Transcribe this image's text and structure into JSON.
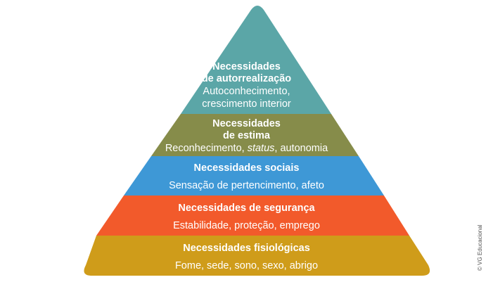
{
  "layers": [
    {
      "title_line1": "Necessidades",
      "title_line2": "de autorrealização",
      "desc_line1": "Autoconhecimento,",
      "desc_line2": "crescimento interior",
      "color": "#5ba6a7"
    },
    {
      "title_line1": "Necessidades",
      "title_line2": "de estima",
      "desc_pre": "Reconhecimento, ",
      "desc_em": "status",
      "desc_post": ", autonomia",
      "color": "#868c4a"
    },
    {
      "title": "Necessidades sociais",
      "desc": "Sensação de pertencimento, afeto",
      "color": "#3e98d6"
    },
    {
      "title": "Necessidades de segurança",
      "desc": "Estabilidade, proteção, emprego",
      "color": "#f25a2b"
    },
    {
      "title": "Necessidades fisiológicas",
      "desc": "Fome, sede, sono, sexo, abrigo",
      "color": "#cf9c1a"
    }
  ],
  "copyright": "© VG Educacional"
}
